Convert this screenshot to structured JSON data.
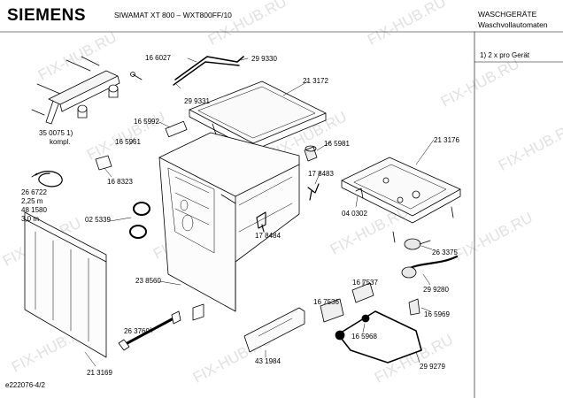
{
  "header": {
    "brand": "SIEMENS",
    "model": "SIWAMAT XT 800 – WXT800FF/10",
    "category_line1": "WASCHGERÄTE",
    "category_line2": "Waschvollautomaten"
  },
  "note": "1)  2 x pro Gerät",
  "document_id": "e222076-4/2",
  "watermark": "FIX-HUB.RU",
  "part_labels": {
    "p166027": "16 6027",
    "p299330": "29 9330",
    "p299331": "29 9331",
    "p213172": "21 3172",
    "p350075": "35 0075 1)",
    "p_kompl": "kompl.",
    "p165992": "16 5992",
    "p165961": "16 5961",
    "p165981": "16 5981",
    "p213176": "21 3176",
    "p168323": "16 8323",
    "p178483": "17 8483",
    "p266722": "26 6722",
    "p_225m": "2,25 m",
    "p481580": "48 1580",
    "p_30m": "3,0 m",
    "p025339": "02 5339",
    "p040302": "04 0302",
    "p178484": "17 8484",
    "p263375": "26 3375",
    "p238560": "23 8560",
    "p167537": "16 7537",
    "p299280": "29 9280",
    "p167536": "16 7536",
    "p165969": "16 5969",
    "p263760": "26 3760",
    "p165968": "16 5968",
    "p431984": "43 1984",
    "p299279": "29 9279",
    "p213169": "21 3169"
  }
}
